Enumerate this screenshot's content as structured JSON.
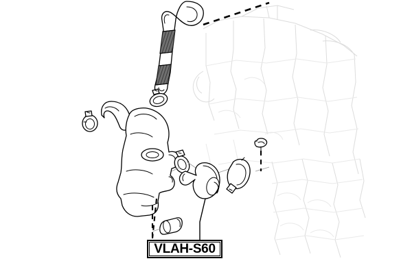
{
  "diagram": {
    "type": "automotive-exploded-parts-diagram",
    "subject": "coolant hose assembly with water pump / thermostat housing",
    "background_color": "#ffffff",
    "line_color": "#000000",
    "ghost_color": "#dcdcdc",
    "clamp_band_color": "#5a5a5a"
  },
  "label": {
    "part_number": "VLAH-S60",
    "border_style": "double-rule-black",
    "text_color": "#000000",
    "background_color": "#ffffff"
  },
  "callouts": [
    {
      "name": "main-hose-callout",
      "style": "solid",
      "target": "elbow-hose"
    },
    {
      "name": "upper-dashed-callout",
      "style": "dashed",
      "target": "engine-block-ghost"
    },
    {
      "name": "housing-dashed-callout",
      "style": "dashed",
      "target": "housing-bottom"
    },
    {
      "name": "bushing-dashed-callout",
      "style": "dashed",
      "target": "rubber-bushing"
    },
    {
      "name": "stud-dashed-callout",
      "style": "dashed",
      "target": "small-stud"
    }
  ],
  "parts": [
    {
      "id": "upper-hose",
      "name": "upper coolant hose",
      "description": "curved moulded rubber hose running from top centre down to the left"
    },
    {
      "id": "hose-clamp-band-upper",
      "name": "hose clamp band (upper)",
      "description": "hatched dark band around upper hose"
    },
    {
      "id": "hose-clamp-band-lower",
      "name": "hose clamp band (lower)",
      "description": "hatched dark band around lower part of hose"
    },
    {
      "id": "pump-housing",
      "name": "water pump / thermostat housing",
      "description": "large cast body at centre-left"
    },
    {
      "id": "short-hose",
      "name": "short bypass hose",
      "description": "small curved hose above the housing"
    },
    {
      "id": "clamp-ring-left",
      "name": "hose clamp ring (left)",
      "description": "small worm-drive clamp ring"
    },
    {
      "id": "clamp-ring-top",
      "name": "hose clamp ring (top)",
      "description": "small clamp ring above housing"
    },
    {
      "id": "clamp-ring-mid",
      "name": "hose clamp ring (middle)",
      "description": "clamp ring on the housing outlet"
    },
    {
      "id": "elbow-hose",
      "name": "elbow coolant hose",
      "description": "short elbow hose identified by the part number label"
    },
    {
      "id": "clamp-band-right",
      "name": "large band clamp (right)",
      "description": "wide band clamp to the right of the elbow hose"
    },
    {
      "id": "rubber-bushing",
      "name": "rubber bushing",
      "description": "small cylindrical grommet below the housing"
    },
    {
      "id": "small-stud",
      "name": "small stud / pin",
      "description": "small fastener at centre-right"
    },
    {
      "id": "engine-block-ghost",
      "name": "engine block (reference outline)",
      "description": "faint grey ghosted engine contours filling the right half"
    }
  ]
}
